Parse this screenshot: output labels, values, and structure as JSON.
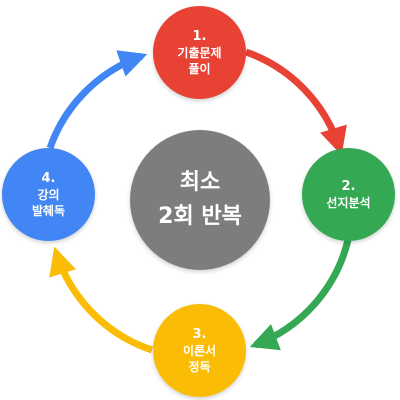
{
  "center": {
    "line1": "최소",
    "line2": "2회 반복",
    "color": "#7d7d7d"
  },
  "steps": [
    {
      "number": "1.",
      "label": "기출문제\n풀이",
      "color": "#e84235"
    },
    {
      "number": "2.",
      "label": "선지분석",
      "color": "#34a853"
    },
    {
      "number": "3.",
      "label": "이론서\n정독",
      "color": "#fbbc05"
    },
    {
      "number": "4.",
      "label": "강의\n발췌독",
      "color": "#4285f4"
    }
  ]
}
